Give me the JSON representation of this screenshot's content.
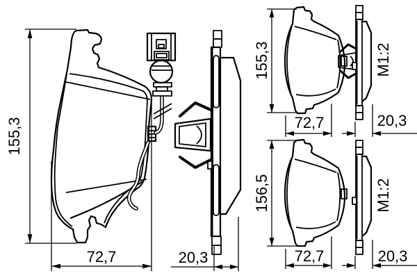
{
  "colors": {
    "background": "#ffffff",
    "line": "#000000"
  },
  "views": {
    "main_front": {
      "height_label": "155,3",
      "width_label": "72,7"
    },
    "main_side": {
      "width_label": "20,3"
    },
    "top_right_front": {
      "height_label": "155,3",
      "width_label": "72,7"
    },
    "top_right_side": {
      "scale_label": "M1:2",
      "width_label": "20,3"
    },
    "bottom_right_front": {
      "height_label": "156,5",
      "width_label": "72,7"
    },
    "bottom_right_side": {
      "scale_label": "M1:2",
      "width_label": "20,3"
    }
  }
}
